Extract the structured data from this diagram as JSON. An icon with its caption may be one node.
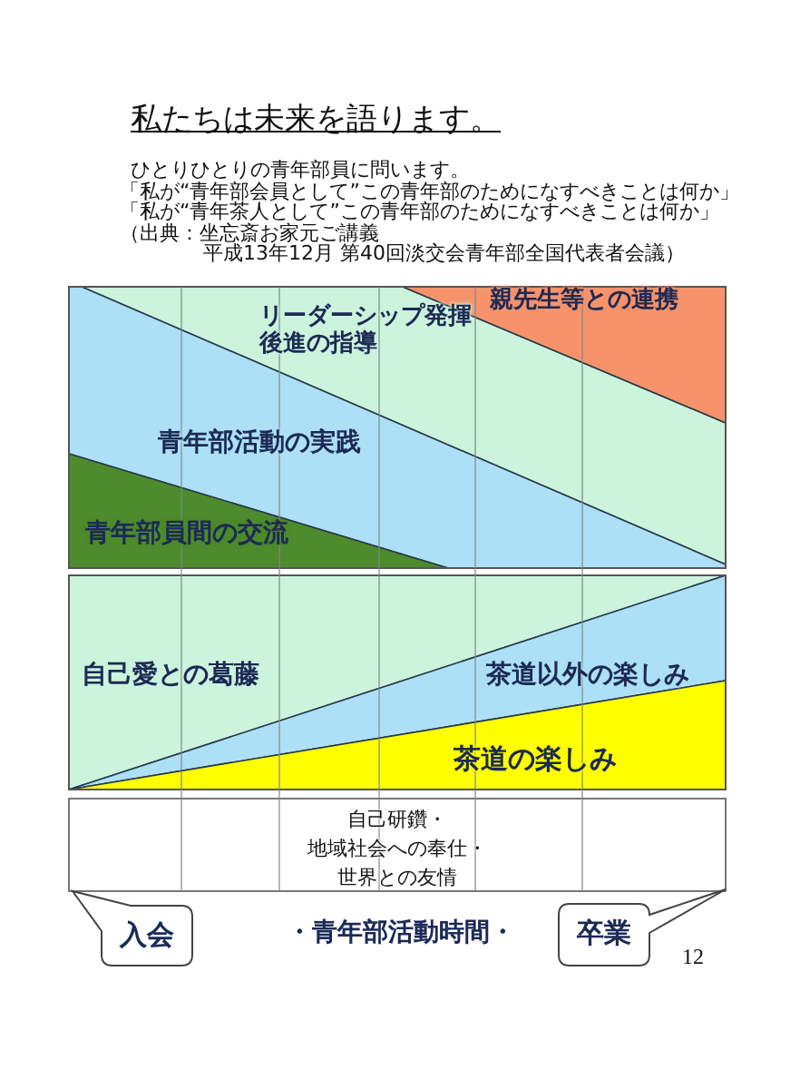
{
  "diagram": {
    "title": "私たちは未来を語ります。",
    "nodes": [
      {
        "text": [
          "リーダーシップ発揮後進の指導"
        ]
      },
      {
        "text": [
          "親先生等との連携"
        ]
      },
      {
        "text": [
          "青年部活動の実践"
        ]
      },
      {
        "text": [
          "青年部員間の交流"
        ]
      },
      {
        "text": [
          "自己愛との葛藤"
        ]
      },
      {
        "text": [
          "茶道以外の楽しみ"
        ]
      },
      {
        "text": [
          "茶道の楽しみ"
        ]
      },
      {
        "text": [
          "自己研鑽・地域社会への奉仕・世界との友情"
        ]
      },
      {
        "text": [
          "入会"
        ]
      },
      {
        "text": [
          "卒業"
        ]
      }
    ],
    "labels": [
      "ひとりひとりの青年部員に問います。",
      "「私が“青年部会員として”この青年部のためになすべきことは何か」",
      "「私が“青年茶人として”この青年部のためになすべきことは何か」",
      "（出典：坐忘斎お家元ご講義",
      "平成13年12月 第40回淡交会青年部全国代表者会議）",
      "・青年部活動時間・",
      "12"
    ]
  }
}
